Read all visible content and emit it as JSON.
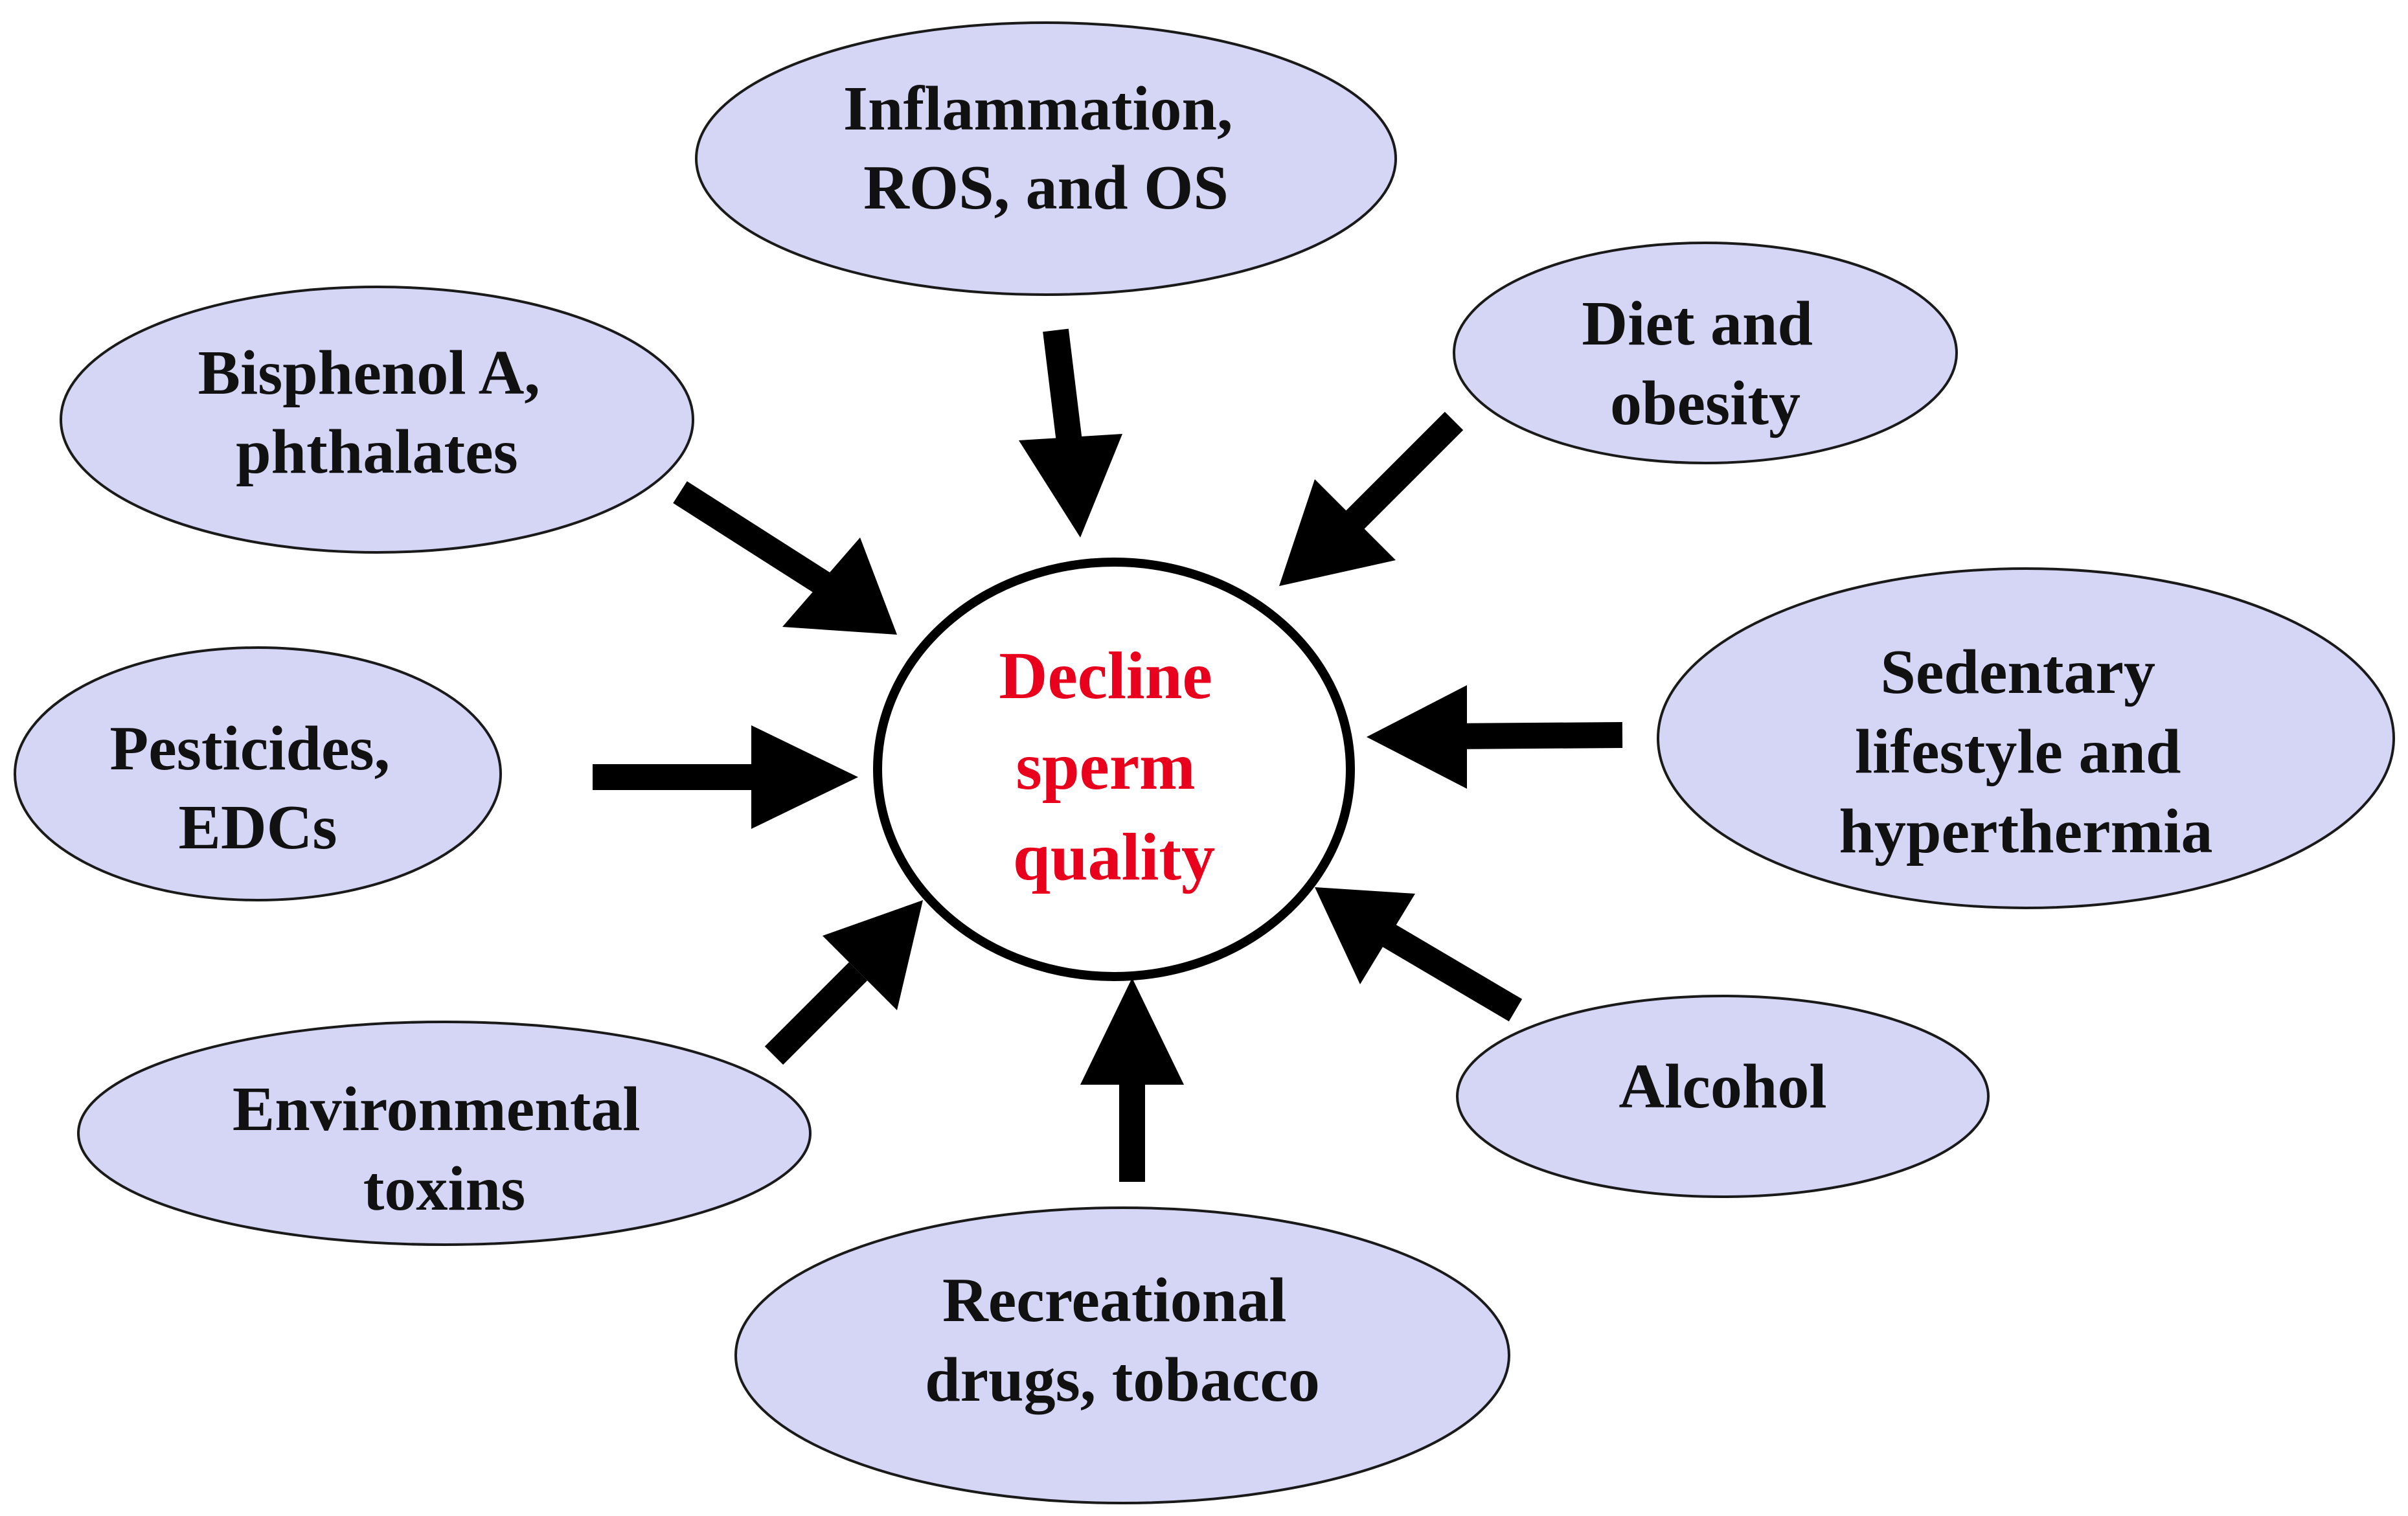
{
  "center": {
    "lines": [
      "Decline",
      "sperm",
      "quality"
    ],
    "color": "#e8001c"
  },
  "factors": [
    {
      "id": "inflammation",
      "lines": [
        "Inflammation,",
        "ROS, and OS"
      ]
    },
    {
      "id": "diet",
      "lines": [
        "Diet and",
        "obesity"
      ]
    },
    {
      "id": "bisphenol",
      "lines": [
        "Bisphenol A,",
        "phthalates"
      ]
    },
    {
      "id": "pesticides",
      "lines": [
        "Pesticides,",
        "EDCs"
      ]
    },
    {
      "id": "sedentary",
      "lines": [
        "Sedentary",
        "lifestyle and",
        "hyperthermia"
      ]
    },
    {
      "id": "environmental",
      "lines": [
        "Environmental",
        "toxins"
      ]
    },
    {
      "id": "alcohol",
      "lines": [
        "Alcohol"
      ]
    },
    {
      "id": "recreational",
      "lines": [
        "Recreational",
        "drugs, tobacco"
      ]
    }
  ],
  "colors": {
    "oval_fill": "#d5d5f5",
    "arrow": "#000000",
    "text": "#111111"
  }
}
